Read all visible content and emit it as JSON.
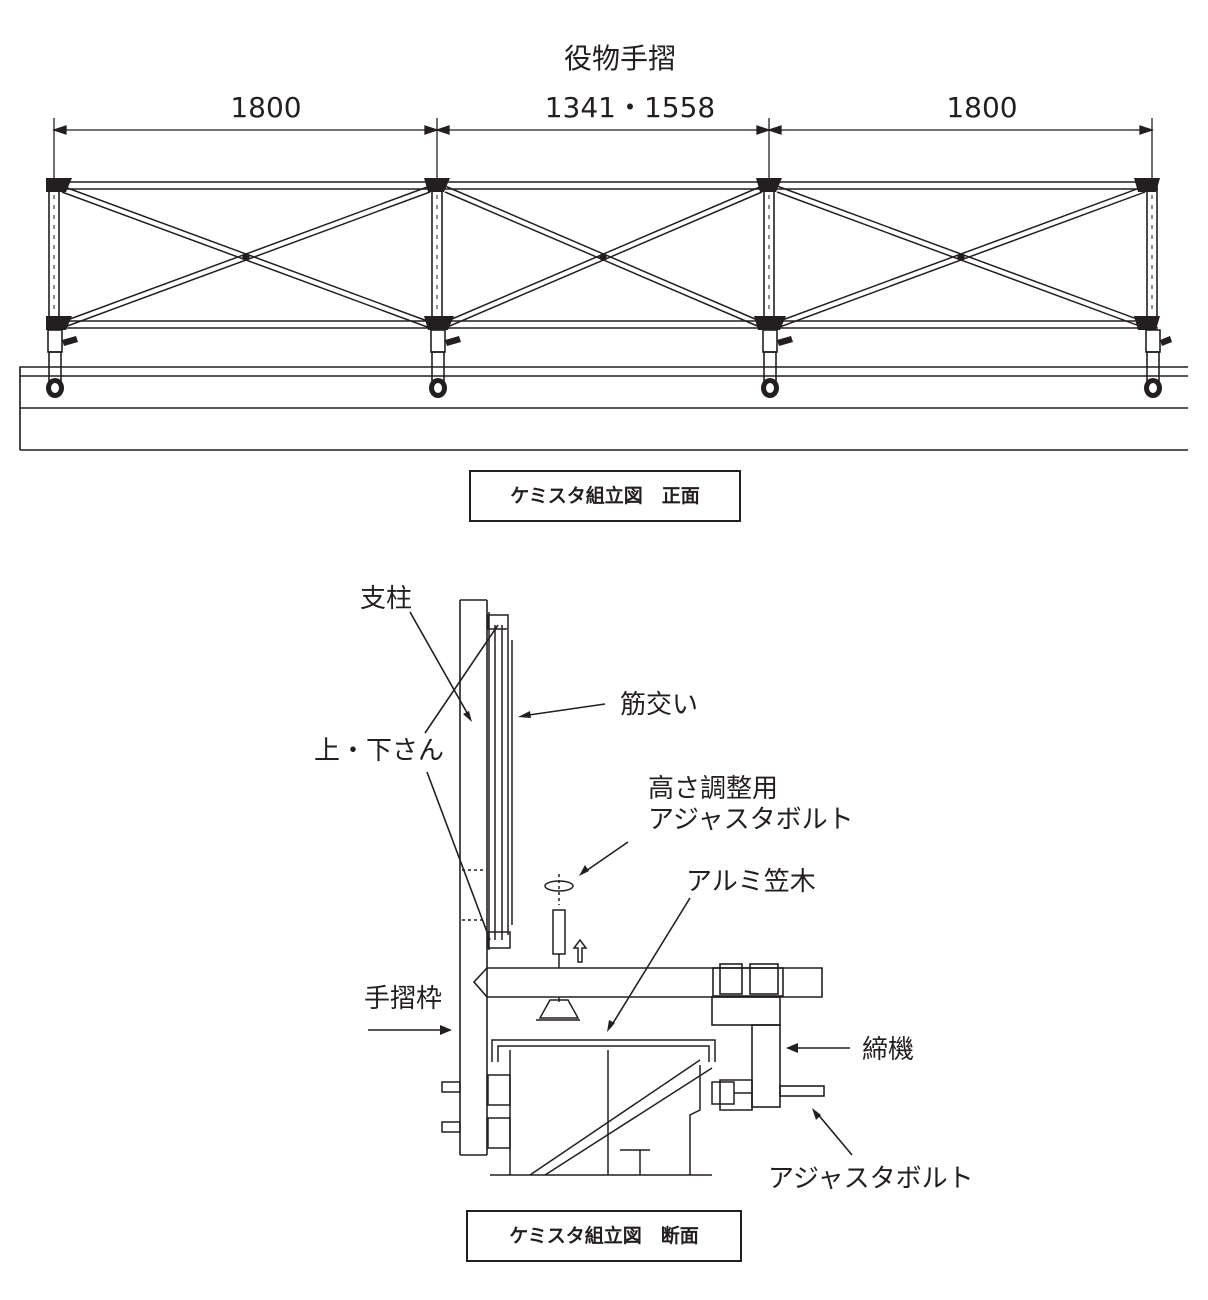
{
  "front": {
    "title": "役物手摺",
    "dims": [
      "1800",
      "1341・1558",
      "1800"
    ],
    "caption": "ケミスタ組立図　正面"
  },
  "section": {
    "labels": {
      "post": "支柱",
      "brace": "筋交い",
      "rails": "上・下さん",
      "height_bolt_line1": "高さ調整用",
      "height_bolt_line2": "アジャスタボルト",
      "coping": "アルミ笠木",
      "frame": "手摺枠",
      "clamp": "締機",
      "adjuster": "アジャスタボルト"
    },
    "caption": "ケミスタ組立図　断面"
  }
}
